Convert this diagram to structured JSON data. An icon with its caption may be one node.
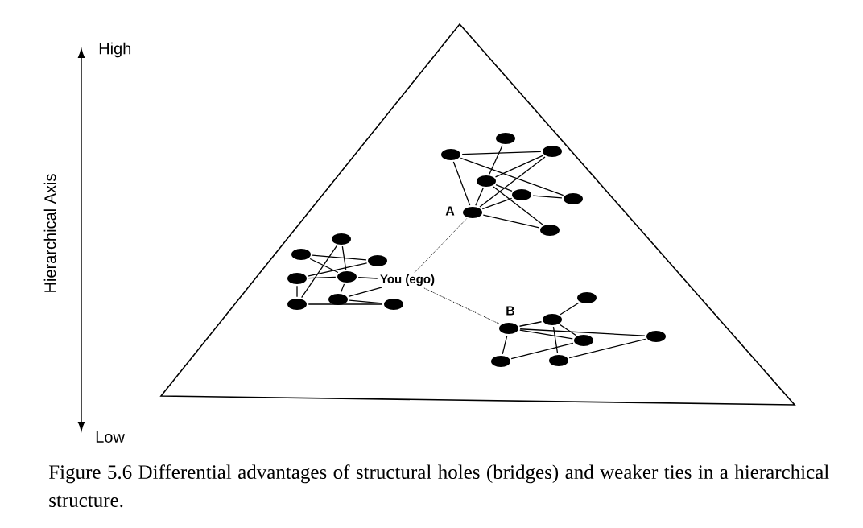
{
  "diagram": {
    "caption": "Figure 5.6 Differential advantages of structural holes (bridges) and weaker ties in a hierarchical structure.",
    "nodes": [
      {
        "text": [],
        "shape": "circle"
      },
      {
        "text": [],
        "shape": "circle"
      },
      {
        "text": [],
        "shape": "circle"
      },
      {
        "text": [],
        "shape": "circle"
      },
      {
        "text": [],
        "shape": "circle"
      },
      {
        "text": [],
        "shape": "circle"
      },
      {
        "text": [],
        "shape": "circle",
        "beside": [
          "A"
        ]
      },
      {
        "text": [],
        "shape": "circle"
      },
      {
        "text": [],
        "shape": "circle"
      },
      {
        "text": [],
        "shape": "circle"
      },
      {
        "text": [],
        "shape": "circle"
      },
      {
        "text": [],
        "shape": "circle"
      },
      {
        "text": [],
        "shape": "circle"
      },
      {
        "text": [],
        "shape": "circle"
      },
      {
        "text": [],
        "shape": "circle"
      },
      {
        "text": [],
        "shape": "circle"
      },
      {
        "text": [
          "You (ego)"
        ]
      },
      {
        "text": [],
        "shape": "circle"
      },
      {
        "text": [],
        "shape": "circle",
        "beside": [
          "B"
        ]
      },
      {
        "text": [],
        "shape": "circle"
      },
      {
        "text": [],
        "shape": "circle"
      },
      {
        "text": [],
        "shape": "circle"
      },
      {
        "text": [],
        "shape": "circle"
      },
      {
        "text": [],
        "shape": "circle"
      }
    ],
    "edges": [
      {
        "from": 0,
        "to": 2,
        "arrow": "none"
      },
      {
        "from": 1,
        "to": 3,
        "arrow": "none"
      },
      {
        "from": 0,
        "to": 5,
        "arrow": "none"
      },
      {
        "from": 0,
        "to": 6,
        "arrow": "none"
      },
      {
        "from": 2,
        "to": 3,
        "arrow": "none"
      },
      {
        "from": 2,
        "to": 6,
        "arrow": "none"
      },
      {
        "from": 3,
        "to": 6,
        "arrow": "none"
      },
      {
        "from": 3,
        "to": 7,
        "arrow": "none"
      },
      {
        "from": 3,
        "to": 4,
        "arrow": "none"
      },
      {
        "from": 4,
        "to": 5,
        "arrow": "none"
      },
      {
        "from": 6,
        "to": 4,
        "arrow": "none"
      },
      {
        "from": 6,
        "to": 7,
        "arrow": "none"
      },
      {
        "from": 9,
        "to": 10,
        "arrow": "none"
      },
      {
        "from": 9,
        "to": 12,
        "arrow": "none"
      },
      {
        "from": 8,
        "to": 13,
        "arrow": "none"
      },
      {
        "from": 8,
        "to": 12,
        "arrow": "none"
      },
      {
        "from": 11,
        "to": 10,
        "arrow": "none"
      },
      {
        "from": 11,
        "to": 12,
        "arrow": "none"
      },
      {
        "from": 11,
        "to": 13,
        "arrow": "none"
      },
      {
        "from": 12,
        "to": 14,
        "arrow": "none"
      },
      {
        "from": 14,
        "to": 15,
        "arrow": "none"
      },
      {
        "from": 13,
        "to": 15,
        "arrow": "none"
      },
      {
        "from": 12,
        "to": 16,
        "arrow": "none"
      },
      {
        "from": 14,
        "to": 16,
        "arrow": "none"
      },
      {
        "from": 16,
        "to": 6,
        "arrow": "none",
        "style": "dashed"
      },
      {
        "from": 16,
        "to": 18,
        "arrow": "none",
        "style": "dashed"
      },
      {
        "from": 19,
        "to": 17,
        "arrow": "none"
      },
      {
        "from": 18,
        "to": 19,
        "arrow": "none"
      },
      {
        "from": 18,
        "to": 21,
        "arrow": "none"
      },
      {
        "from": 18,
        "to": 20,
        "arrow": "none"
      },
      {
        "from": 19,
        "to": 20,
        "arrow": "none"
      },
      {
        "from": 19,
        "to": 23,
        "arrow": "none"
      },
      {
        "from": 18,
        "to": 22,
        "arrow": "none"
      },
      {
        "from": 22,
        "to": 20,
        "arrow": "none"
      },
      {
        "from": 23,
        "to": 21,
        "arrow": "none"
      }
    ],
    "labels": [
      "High",
      "Hierarchical Axis",
      "Low"
    ]
  }
}
